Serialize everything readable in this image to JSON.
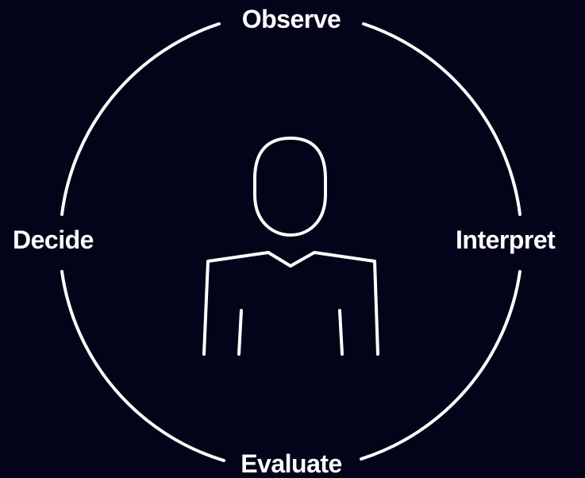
{
  "diagram": {
    "labels": {
      "top": "Observe",
      "left": "Decide",
      "right": "Interpret",
      "bottom": "Evaluate"
    },
    "center_icon": "person-icon",
    "colors": {
      "background": "#03031a",
      "stroke": "#ffffff",
      "text": "#ffffff"
    }
  }
}
